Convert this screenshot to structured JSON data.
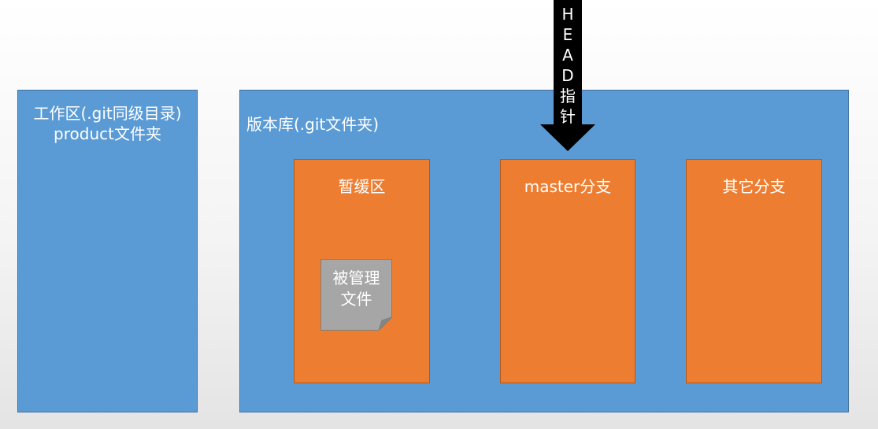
{
  "workspace": {
    "line1": "工作区(.git同级目录)",
    "line2": "product文件夹"
  },
  "repository": {
    "title": "版本库(.git文件夹)"
  },
  "stage": {
    "title": "暂缓区"
  },
  "master_branch": {
    "title": "master分支"
  },
  "other_branches": {
    "title": "其它分支"
  },
  "managed_file": {
    "label": "被管理\n文件"
  },
  "head_pointer": {
    "label": "H\nE\nA\nD\n指\n针"
  },
  "colors": {
    "blue": "#5b9bd5",
    "orange": "#ed7d31",
    "gray": "#a6a6a6",
    "arrow": "#000000"
  }
}
